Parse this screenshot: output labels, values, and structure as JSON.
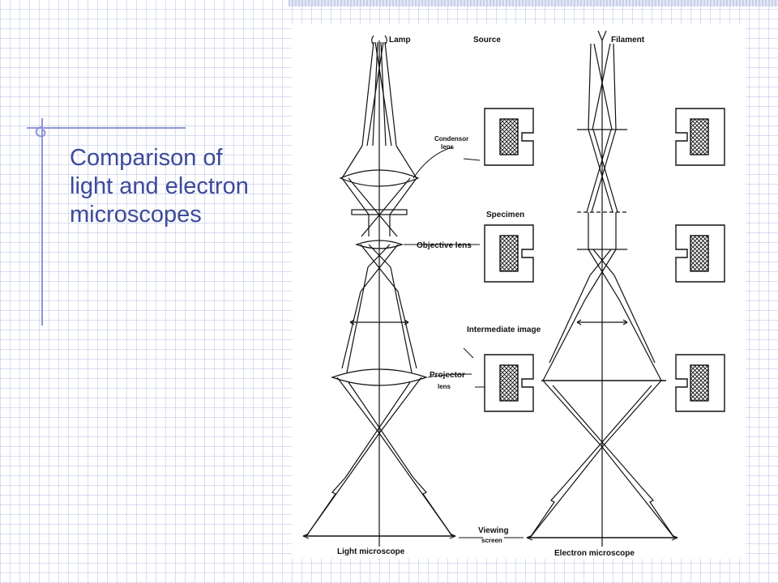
{
  "slide": {
    "title_lines": [
      "Comparison of",
      "light and electron",
      "microscopes"
    ]
  },
  "diagram": {
    "labels": {
      "lamp": "Lamp",
      "source": "Source",
      "filament": "Filament",
      "condenser_1": "Condensor",
      "condenser_2": "lens",
      "specimen": "Specimen",
      "objective": "Objective lens",
      "intermediate": "Intermediate image",
      "projector_1": "Projector",
      "projector_2": "lens",
      "viewing_1": "Viewing",
      "viewing_2": "screen",
      "light": "Light microscope",
      "electron": "Electron microscope"
    }
  },
  "colors": {
    "title": "#3d4a9a",
    "accent_line": "#8c96d6",
    "grid": "#aab4e1"
  }
}
